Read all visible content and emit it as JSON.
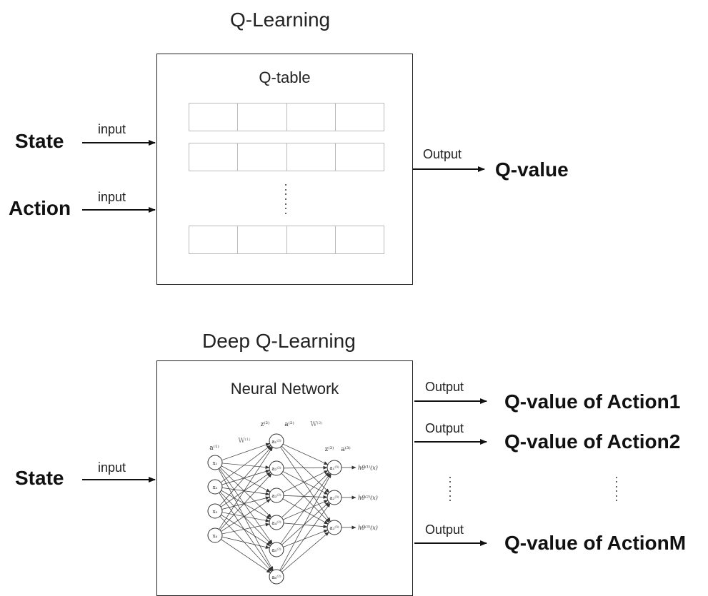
{
  "q_learning": {
    "title": "Q-Learning",
    "box_title": "Q-table",
    "inputs": [
      {
        "name": "State",
        "edge_label": "input"
      },
      {
        "name": "Action",
        "edge_label": "input"
      }
    ],
    "output_label": "Output",
    "output_value": "Q-value"
  },
  "deep_q_learning": {
    "title": "Deep Q-Learning",
    "box_title": "Neural Network",
    "input": {
      "name": "State",
      "edge_label": "input"
    },
    "outputs": [
      {
        "label": "Output",
        "value": "Q-value of Action1"
      },
      {
        "label": "Output",
        "value": "Q-value of Action2"
      },
      {
        "label": "Output",
        "value": "Q-value of ActionM"
      }
    ],
    "network": {
      "input_nodes": [
        "x₁",
        "x₂",
        "x₃",
        "x₄"
      ],
      "input_layer_label": "a⁽¹⁾",
      "hidden_layer_labels": [
        "z⁽²⁾",
        "a⁽²⁾"
      ],
      "output_layer_labels": [
        "z⁽³⁾",
        "a⁽³⁾"
      ],
      "weight_labels": [
        "W⁽¹⁾",
        "W⁽²⁾"
      ],
      "hidden_nodes": [
        "a₁⁽²⁾",
        "a₂⁽²⁾",
        "a₃⁽²⁾",
        "a₄⁽²⁾",
        "a₅⁽²⁾",
        "a₆⁽²⁾"
      ],
      "output_nodes": [
        "a₁⁽³⁾",
        "a₂⁽³⁾",
        "a₃⁽³⁾"
      ],
      "output_functions": [
        "hθ⁽¹⁾(x)",
        "hθ⁽²⁾(x)",
        "hθ⁽³⁾(x)"
      ]
    }
  }
}
